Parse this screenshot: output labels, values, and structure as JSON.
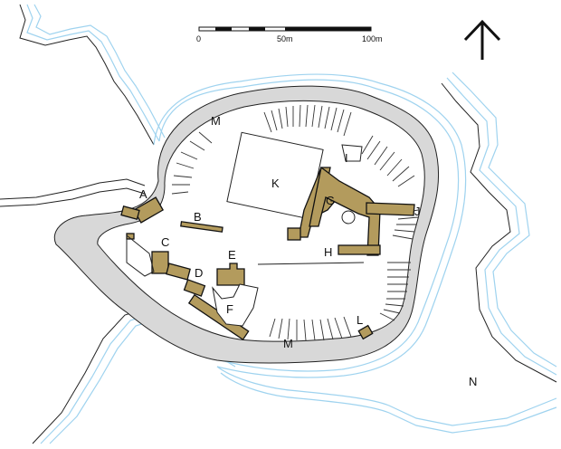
{
  "scale_bar": {
    "label_start": "0",
    "label_mid": "50m",
    "label_end": "100m"
  },
  "north_arrow": {
    "icon": "north-arrow-icon"
  },
  "labels": {
    "A": "A",
    "B": "B",
    "C": "C",
    "D": "D",
    "E": "E",
    "F": "F",
    "G": "G",
    "H": "H",
    "I": "I",
    "J": "J",
    "K": "K",
    "L": "L",
    "M_north": "M",
    "M_south": "M",
    "N": "N"
  },
  "colors": {
    "building_fill": "#b39b5d",
    "moat_fill": "#d8d8d8",
    "water_line": "#9fd3ef"
  }
}
